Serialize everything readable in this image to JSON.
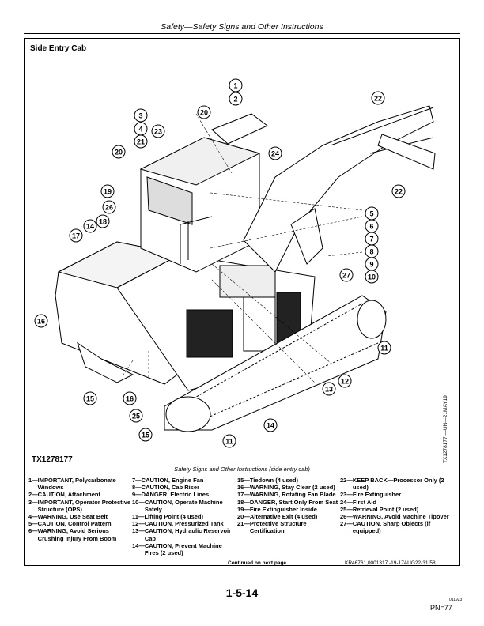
{
  "header": {
    "title": "Safety—Safety Signs and Other Instructions"
  },
  "section_title": "Side Entry Cab",
  "figure": {
    "id": "TX1278177",
    "side_ref": "TX1278177 —UN—21MAY19",
    "caption": "Safety Signs and Other Instructions (side entry cab)",
    "callouts": [
      "1",
      "2",
      "3",
      "4",
      "21",
      "23",
      "20",
      "20",
      "24",
      "22",
      "22",
      "19",
      "26",
      "18",
      "14",
      "17",
      "5",
      "6",
      "7",
      "8",
      "9",
      "10",
      "27",
      "16",
      "11",
      "12",
      "13",
      "15",
      "16",
      "25",
      "14",
      "15",
      "11"
    ]
  },
  "legend": {
    "col1": [
      {
        "num": "1—",
        "text": "IMPORTANT, Polycarbonate Windows"
      },
      {
        "num": "2—",
        "text": "CAUTION, Attachment"
      },
      {
        "num": "3—",
        "text": "IMPORTANT, Operator Protective Structure (OPS)"
      },
      {
        "num": "4—",
        "text": "WARNING, Use Seat Belt"
      },
      {
        "num": "5—",
        "text": "CAUTION, Control Pattern"
      },
      {
        "num": "6—",
        "text": "WARNING, Avoid Serious Crushing Injury From Boom"
      }
    ],
    "col2": [
      {
        "num": "7—",
        "text": "CAUTION, Engine Fan"
      },
      {
        "num": "8—",
        "text": "CAUTION, Cab Riser"
      },
      {
        "num": "9—",
        "text": "DANGER, Electric Lines"
      },
      {
        "num": "10—",
        "text": "CAUTION, Operate Machine Safely"
      },
      {
        "num": "11—",
        "text": "Lifting Point (4 used)"
      },
      {
        "num": "12—",
        "text": "CAUTION, Pressurized Tank"
      },
      {
        "num": "13—",
        "text": "CAUTION, Hydraulic Reservoir Cap"
      },
      {
        "num": "14—",
        "text": "CAUTION, Prevent Machine Fires (2 used)"
      }
    ],
    "col3": [
      {
        "num": "15—",
        "text": "Tiedown (4 used)"
      },
      {
        "num": "16—",
        "text": "WARNING, Stay Clear (2 used)"
      },
      {
        "num": "17—",
        "text": "WARNING, Rotating Fan Blade"
      },
      {
        "num": "18—",
        "text": "DANGER, Start Only From Seat"
      },
      {
        "num": "19—",
        "text": "Fire Extinguisher Inside"
      },
      {
        "num": "20—",
        "text": "Alternative Exit (4 used)"
      },
      {
        "num": "21—",
        "text": "Protective Structure Certification"
      }
    ],
    "col4": [
      {
        "num": "22—",
        "text": "KEEP BACK—Processor Only (2 used)"
      },
      {
        "num": "23—",
        "text": "Fire Extinguisher"
      },
      {
        "num": "24—",
        "text": "First Aid"
      },
      {
        "num": "25—",
        "text": "Retrieval Point (2 used)"
      },
      {
        "num": "26—",
        "text": "WARNING, Avoid Machine Tipover"
      },
      {
        "num": "27—",
        "text": "CAUTION, Sharp Objects (if equipped)"
      }
    ]
  },
  "continued": "Continued on next page",
  "doc_ref": "KR46761,0001317 -19-17AUG22-31/58",
  "page_number": "1-5-14",
  "small_code": "011923",
  "pn": "PN=77"
}
